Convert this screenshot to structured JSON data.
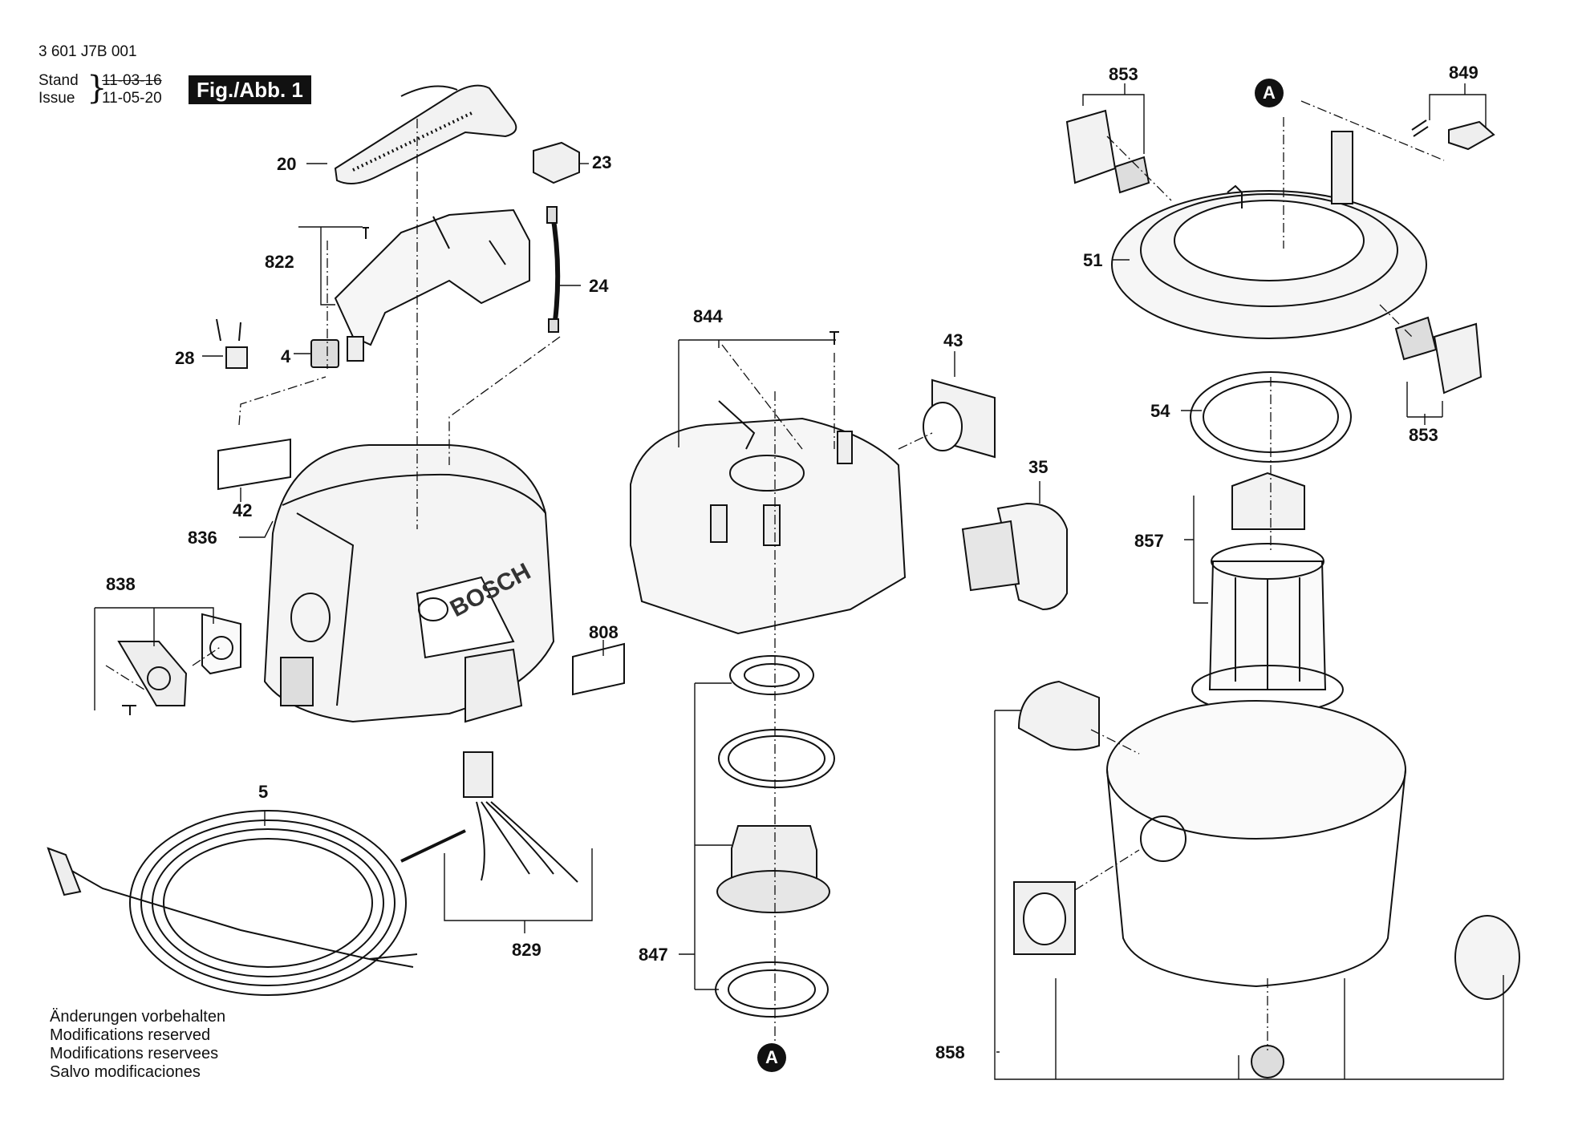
{
  "header": {
    "doc_number": "3 601 J7B 001",
    "stand_label": "Stand",
    "issue_label": "Issue",
    "stand_date": "11-03-16",
    "issue_date": "11-05-20",
    "figure_label": "Fig./Abb. 1"
  },
  "notes": [
    "Änderungen vorbehalten",
    "Modifications reserved",
    "Modifications reservees",
    "Salvo modificaciones"
  ],
  "reference_marker": "A",
  "brand_text": "BOSCH",
  "part_numbers": {
    "p20": "20",
    "p23": "23",
    "p822": "822",
    "p24": "24",
    "p28": "28",
    "p4": "4",
    "p42": "42",
    "p836": "836",
    "p838": "838",
    "p808": "808",
    "p5": "5",
    "p829": "829",
    "p844": "844",
    "p43": "43",
    "p35": "35",
    "p847": "847",
    "p853a": "853",
    "p849": "849",
    "p51": "51",
    "p54": "54",
    "p853b": "853",
    "p857": "857",
    "p858": "858"
  }
}
